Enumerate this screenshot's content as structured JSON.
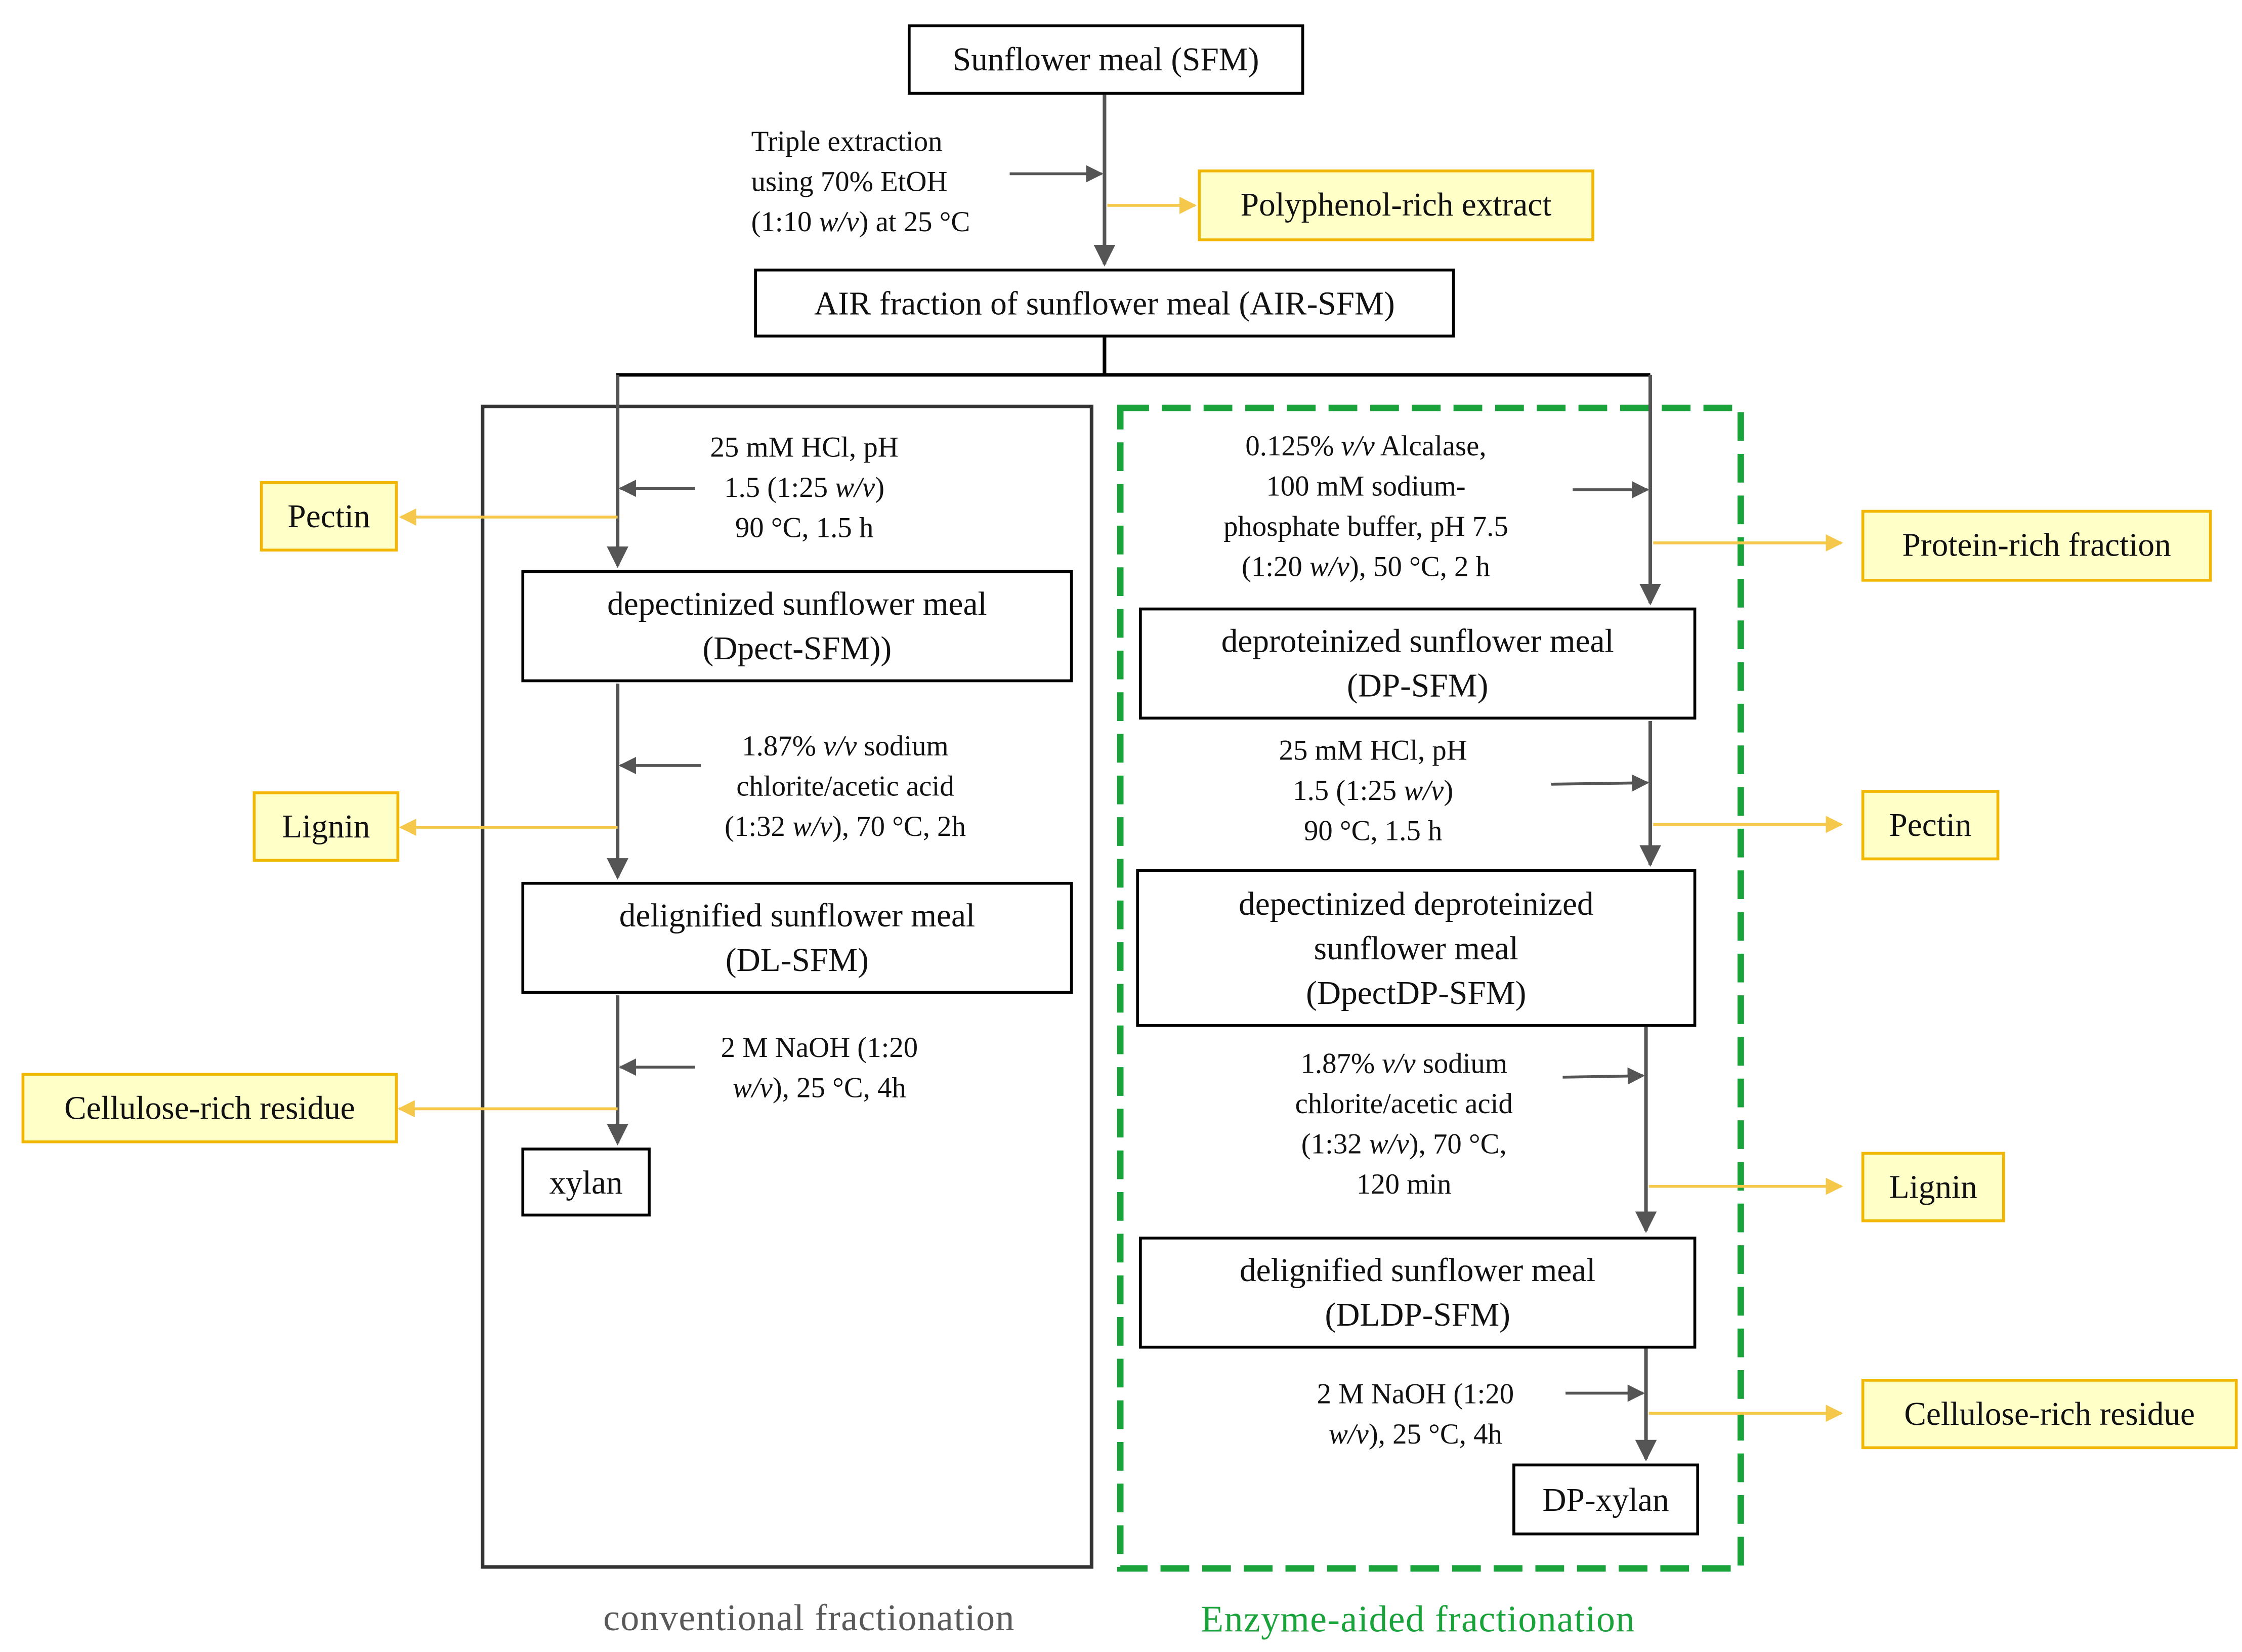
{
  "colors": {
    "flow_arrow": "#555555",
    "side_arrow": "#f5c84c",
    "side_fill": "#ffffc8",
    "side_border": "#f2b705",
    "enzyme_border": "#1aa33a",
    "conventional_caption": "#595959"
  },
  "nodes": {
    "sfm": "Sunflower meal (SFM)",
    "air": "AIR fraction of sunflower meal (AIR-SFM)",
    "dpect": [
      "depectinized sunflower meal",
      "(Dpect-SFM))"
    ],
    "dl": [
      "delignified  sunflower meal",
      "(DL-SFM)"
    ],
    "xylan": "xylan",
    "dp": [
      "deproteinized sunflower meal",
      "(DP-SFM)"
    ],
    "dpectdp": [
      "depectinized deproteinized",
      "sunflower meal",
      "(DpectDP-SFM)"
    ],
    "dldp": [
      "delignified  sunflower meal",
      "(DLDP-SFM)"
    ],
    "dpxylan": "DP-xylan"
  },
  "products": {
    "polyphenol": "Polyphenol-rich extract",
    "pectin_conv": "Pectin",
    "lignin_conv": "Lignin",
    "cellulose_conv": "Cellulose-rich residue",
    "protein_enz": "Protein-rich fraction",
    "pectin_enz": "Pectin",
    "lignin_enz": "Lignin",
    "cellulose_enz": "Cellulose-rich residue"
  },
  "steps": {
    "extraction": [
      "Triple extraction",
      "using 70% EtOH",
      "(1:10 w/v) at 25 °C"
    ],
    "conv_acid": [
      "25 mM HCl, pH",
      "1.5 (1:25 w/v)",
      "90 °C, 1.5 h"
    ],
    "conv_chlorite": [
      "1.87% v/v sodium",
      "chlorite/acetic acid",
      "(1:32 w/v), 70 °C, 2h"
    ],
    "conv_naoh": [
      "2 M NaOH (1:20",
      "w/v), 25 °C, 4h"
    ],
    "enz_alcalase": [
      "0.125% v/v Alcalase,",
      "100 mM sodium-",
      "phosphate buffer, pH 7.5",
      "(1:20 w/v), 50 °C, 2 h"
    ],
    "enz_acid": [
      "25 mM HCl, pH",
      "1.5 (1:25 w/v)",
      "90 °C, 1.5 h"
    ],
    "enz_chlorite": [
      "1.87% v/v sodium",
      "chlorite/acetic acid",
      "(1:32 w/v), 70 °C,",
      "120 min"
    ],
    "enz_naoh": [
      "2 M NaOH (1:20",
      "w/v), 25 °C, 4h"
    ]
  },
  "captions": {
    "conventional": "conventional  fractionation",
    "enzyme": "Enzyme-aided  fractionation"
  }
}
